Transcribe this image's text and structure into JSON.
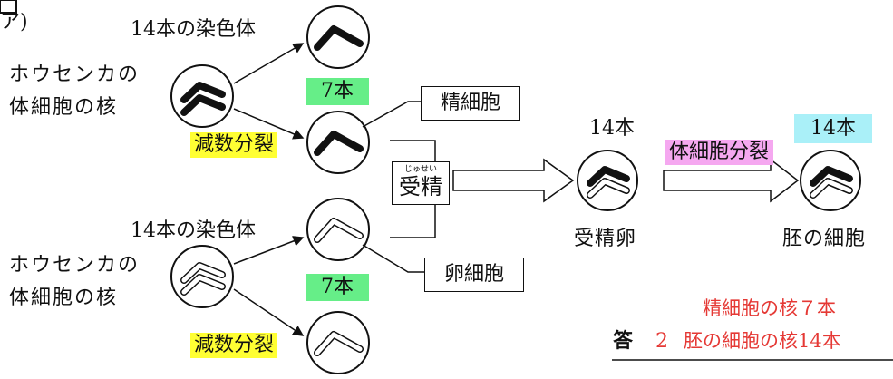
{
  "labels": {
    "corner": "ア)",
    "chrom14_top": "14本の染色体",
    "chrom14_bottom": "14本の染色体",
    "parent_top_line1": "ホウセンカの",
    "parent_top_line2": "体細胞の核",
    "parent_bottom_line1": "ホウセンカの",
    "parent_bottom_line2": "体細胞の核",
    "seven_top": "7本",
    "seven_bottom": "7本",
    "meiosis_top": "減数分裂",
    "meiosis_bottom": "減数分裂",
    "sperm": "精細胞",
    "egg": "卵細胞",
    "fert_ruby": "じゅせい",
    "fert": "受精",
    "zygote_count": "14本",
    "zygote": "受精卵",
    "mitosis": "体細胞分裂",
    "embryo_count": "14本",
    "embryo": "胚の細胞"
  },
  "answer": {
    "line1": "精細胞の核７本",
    "prefix": "答",
    "number": "2",
    "line2": "胚の細胞の核14本"
  },
  "colors": {
    "green": "#66ee88",
    "yellow": "#ffff33",
    "cyan": "#aaf0f8",
    "pink": "#f5a8f0",
    "answer_red": "#e53935"
  }
}
